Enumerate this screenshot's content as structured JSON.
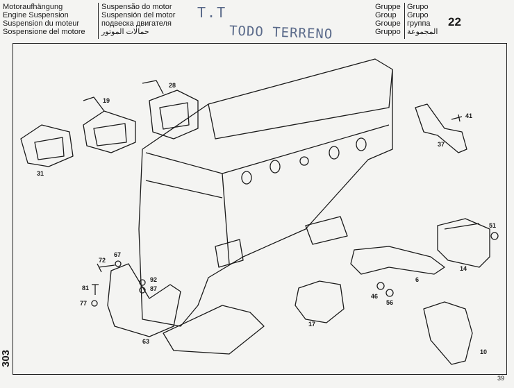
{
  "header": {
    "titles_left": [
      "Motoraufhängung",
      "Engine Suspension",
      "Suspension du moteur",
      "Sospensione del motore"
    ],
    "titles_right": [
      "Suspensão do motor",
      "Suspensión del motor",
      "подвеска двигателя",
      "حمالات الموتور"
    ],
    "group_labels_left": [
      "Gruppe",
      "Group",
      "Groupe",
      "Gruppo"
    ],
    "group_labels_right": [
      "Grupo",
      "Grupo",
      "группа",
      "المجموعة"
    ],
    "group_number": "22"
  },
  "stamp": {
    "line1": "T.T",
    "line2": "TODO TERRENO"
  },
  "page_code": "303",
  "page_number": "39",
  "callouts": [
    "19",
    "28",
    "31",
    "41",
    "37",
    "51",
    "14",
    "72",
    "67",
    "92",
    "87",
    "81",
    "77",
    "63",
    "6",
    "46",
    "56",
    "17",
    "10"
  ],
  "colors": {
    "ink": "#1a1a1a",
    "stamp": "#5a6a8a",
    "paper": "#f4f4f2"
  }
}
